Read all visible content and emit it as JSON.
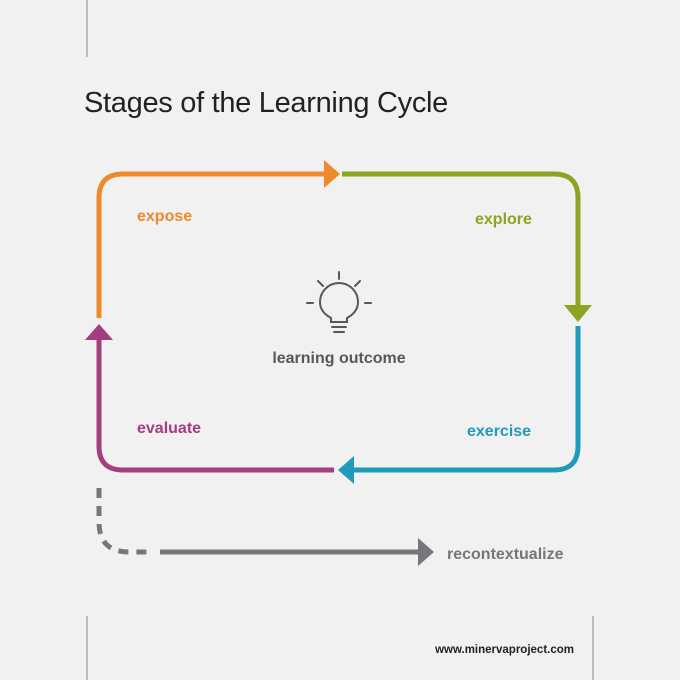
{
  "title": "Stages of the Learning Cycle",
  "center": {
    "label": "learning outcome",
    "icon": "lightbulb-icon"
  },
  "stages": {
    "expose": {
      "label": "expose",
      "color": "#ee8a2c"
    },
    "explore": {
      "label": "explore",
      "color": "#8ba521"
    },
    "exercise": {
      "label": "exercise",
      "color": "#1e9bb8"
    },
    "evaluate": {
      "label": "evaluate",
      "color": "#a53e7f"
    },
    "recontextualize": {
      "label": "recontextualize",
      "color": "#77767a"
    }
  },
  "footer": {
    "url": "www.minervaproject.com"
  },
  "colors": {
    "background": "#f1f1f2",
    "title": "#222222",
    "center_text": "#58585b",
    "divider": "#9a9a9c",
    "footer_text": "#222222"
  }
}
